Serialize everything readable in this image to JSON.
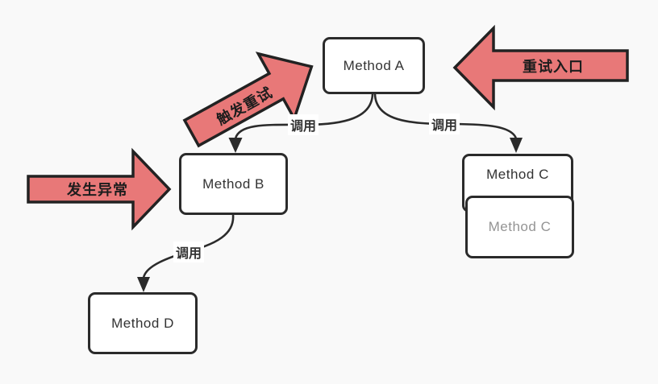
{
  "diagram": {
    "title": "method retry call-flow diagram",
    "nodes": {
      "a": {
        "label": "Method A"
      },
      "b": {
        "label": "Method B"
      },
      "c_back": {
        "label": "Method C"
      },
      "c_front": {
        "label": "Method C"
      },
      "d": {
        "label": "Method D"
      }
    },
    "edges": {
      "a_to_b": {
        "label": "调用"
      },
      "a_to_c": {
        "label": "调用"
      },
      "b_to_d": {
        "label": "调用"
      }
    },
    "annotations": {
      "trigger_retry": {
        "label": "触发重试"
      },
      "exception": {
        "label": "发生异常"
      },
      "retry_entry": {
        "label": "重试入口"
      }
    },
    "colors": {
      "background": "#f9f9f9",
      "node_fill": "#ffffff",
      "stroke": "#2b2b2b",
      "node_text": "#333333",
      "muted_node_text": "#949494",
      "arrow_fill": "#e87878",
      "arrow_outline": "#222222"
    }
  }
}
